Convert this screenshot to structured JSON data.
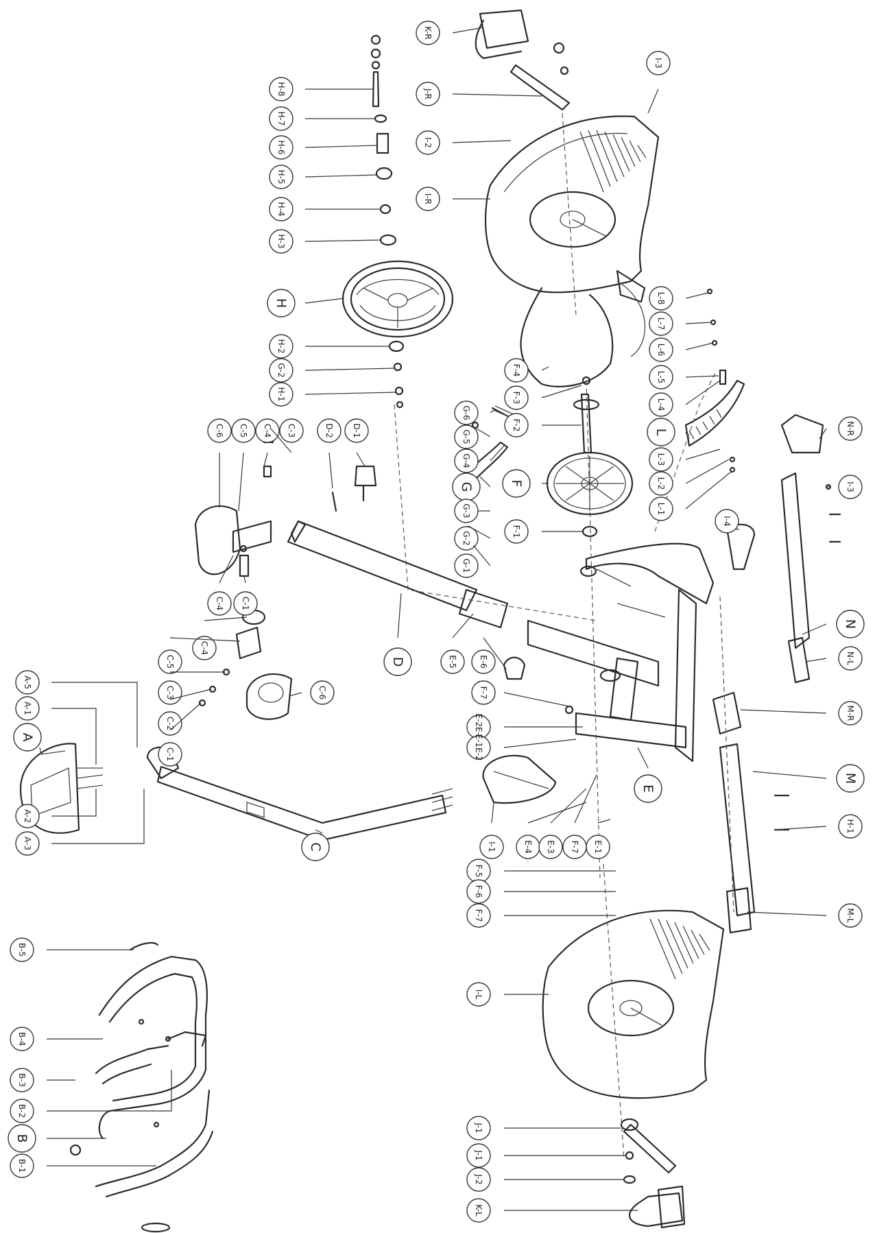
{
  "callouts": [
    {
      "id": "k-r",
      "text": "K-R"
    },
    {
      "id": "j-r",
      "text": "J-R"
    },
    {
      "id": "i-2a",
      "text": "I-2"
    },
    {
      "id": "i-r",
      "text": "I-R"
    },
    {
      "id": "i-3a",
      "text": "I-3"
    },
    {
      "id": "h-8",
      "text": "H-8"
    },
    {
      "id": "h-7",
      "text": "H-7"
    },
    {
      "id": "h-6",
      "text": "H-6"
    },
    {
      "id": "h-5",
      "text": "H-5"
    },
    {
      "id": "h-4",
      "text": "H-4"
    },
    {
      "id": "h-3",
      "text": "H-3"
    },
    {
      "id": "h",
      "text": "H"
    },
    {
      "id": "h-2",
      "text": "H-2"
    },
    {
      "id": "g-2b",
      "text": "G-2"
    },
    {
      "id": "h-1",
      "text": "H-1"
    },
    {
      "id": "f-4",
      "text": "F-4"
    },
    {
      "id": "f-3",
      "text": "F-3"
    },
    {
      "id": "f-2",
      "text": "F-2"
    },
    {
      "id": "f",
      "text": "F"
    },
    {
      "id": "f-1",
      "text": "F-1"
    },
    {
      "id": "l-8",
      "text": "L-8"
    },
    {
      "id": "l-7",
      "text": "L-7"
    },
    {
      "id": "l-6",
      "text": "L-6"
    },
    {
      "id": "l-5",
      "text": "L-5"
    },
    {
      "id": "l-4",
      "text": "L-4"
    },
    {
      "id": "l",
      "text": "L"
    },
    {
      "id": "l-3",
      "text": "L-3"
    },
    {
      "id": "l-2",
      "text": "L-2"
    },
    {
      "id": "l-1",
      "text": "L-1"
    },
    {
      "id": "g-6",
      "text": "G-6"
    },
    {
      "id": "g-5",
      "text": "G-5"
    },
    {
      "id": "g-4",
      "text": "G-4"
    },
    {
      "id": "g",
      "text": "G"
    },
    {
      "id": "g-3",
      "text": "G-3"
    },
    {
      "id": "g-2",
      "text": "G-2"
    },
    {
      "id": "g-1",
      "text": "G-1"
    },
    {
      "id": "d-2",
      "text": "D-2"
    },
    {
      "id": "d-1",
      "text": "D-1"
    },
    {
      "id": "c-6a",
      "text": "C-6"
    },
    {
      "id": "c-5a",
      "text": "C-5"
    },
    {
      "id": "c-4a",
      "text": "C-4"
    },
    {
      "id": "c-3a",
      "text": "C-3"
    },
    {
      "id": "c-4b",
      "text": "C-4"
    },
    {
      "id": "c-1a",
      "text": "C-1"
    },
    {
      "id": "n-r",
      "text": "N-R"
    },
    {
      "id": "i-3b",
      "text": "I-3"
    },
    {
      "id": "i-4",
      "text": "I-4"
    },
    {
      "id": "n",
      "text": "N"
    },
    {
      "id": "n-l",
      "text": "N-L"
    },
    {
      "id": "d",
      "text": "D"
    },
    {
      "id": "e-5",
      "text": "E-5"
    },
    {
      "id": "e-6",
      "text": "E-6"
    },
    {
      "id": "f-7a",
      "text": "F-7"
    },
    {
      "id": "c-4c",
      "text": "C-4"
    },
    {
      "id": "c-5b",
      "text": "C-5"
    },
    {
      "id": "c-3b",
      "text": "C-3"
    },
    {
      "id": "c-2",
      "text": "C-2"
    },
    {
      "id": "c-1b",
      "text": "C-1"
    },
    {
      "id": "c-6b",
      "text": "C-6"
    },
    {
      "id": "a-5",
      "text": "A-5"
    },
    {
      "id": "a-1",
      "text": "A-1"
    },
    {
      "id": "a",
      "text": "A"
    },
    {
      "id": "a-2",
      "text": "A-2"
    },
    {
      "id": "a-3",
      "text": "A-3"
    },
    {
      "id": "e-2e3",
      "text": "E-2E-3"
    },
    {
      "id": "e-1e2",
      "text": "E-1E-2"
    },
    {
      "id": "e",
      "text": "E"
    },
    {
      "id": "m-r",
      "text": "M-R"
    },
    {
      "id": "m",
      "text": "M"
    },
    {
      "id": "h-1b",
      "text": "H-1"
    },
    {
      "id": "c",
      "text": "C"
    },
    {
      "id": "i-1",
      "text": "I-1"
    },
    {
      "id": "e-4",
      "text": "E-4"
    },
    {
      "id": "e-3",
      "text": "E-3"
    },
    {
      "id": "f-7b",
      "text": "F-7"
    },
    {
      "id": "e-1",
      "text": "E-1"
    },
    {
      "id": "f-5",
      "text": "F-5"
    },
    {
      "id": "f-6",
      "text": "F-6"
    },
    {
      "id": "f-7c",
      "text": "F-7"
    },
    {
      "id": "m-l",
      "text": "M-L"
    },
    {
      "id": "b-5",
      "text": "B-5"
    },
    {
      "id": "b-4",
      "text": "B-4"
    },
    {
      "id": "b-3",
      "text": "B-3"
    },
    {
      "id": "b-2",
      "text": "B-2"
    },
    {
      "id": "b",
      "text": "B"
    },
    {
      "id": "b-1",
      "text": "B-1"
    },
    {
      "id": "i-l",
      "text": "I-L"
    },
    {
      "id": "j-1a",
      "text": "J-1"
    },
    {
      "id": "j-1b",
      "text": "J-1"
    },
    {
      "id": "j-2",
      "text": "J-2"
    },
    {
      "id": "k-l",
      "text": "K-L"
    }
  ]
}
